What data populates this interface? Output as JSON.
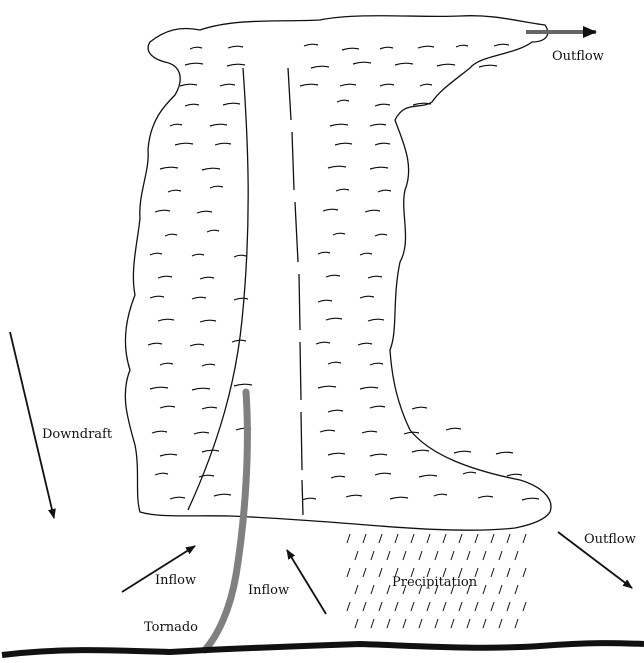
{
  "labels": {
    "outflow_top": "Outflow",
    "downdraft": "Downdraft",
    "outflow_right": "Outflow",
    "inflow_left": "Inflow",
    "inflow_right": "Inflow",
    "precipitation": "Precipitation",
    "tornado": "Tornado"
  },
  "colors": {
    "line": "#111111",
    "tornado": "#808080",
    "background": "#ffffff"
  }
}
